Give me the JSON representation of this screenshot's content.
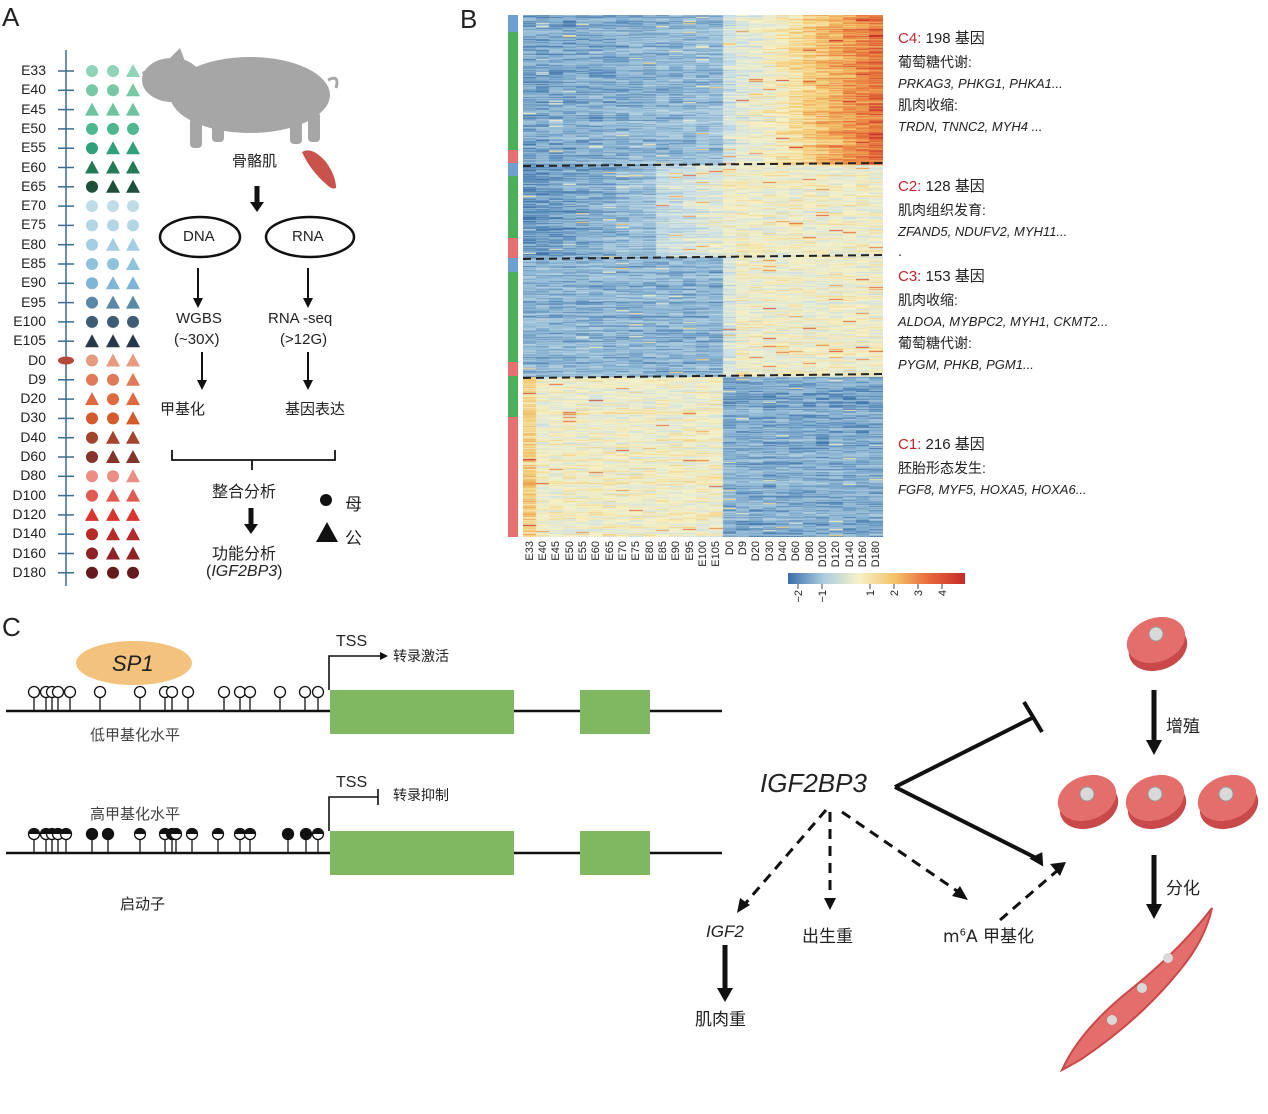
{
  "panels": {
    "a": "A",
    "b": "B",
    "c": "C"
  },
  "timepoints": [
    "E33",
    "E40",
    "E45",
    "E50",
    "E55",
    "E60",
    "E65",
    "E70",
    "E75",
    "E80",
    "E85",
    "E90",
    "E95",
    "E100",
    "E105",
    "D0",
    "D9",
    "D20",
    "D30",
    "D40",
    "D60",
    "D80",
    "D100",
    "D120",
    "D140",
    "D160",
    "D180"
  ],
  "timepoint_colors": [
    "#8fd3b8",
    "#77c9a6",
    "#6ec4a0",
    "#4db88f",
    "#2ea07a",
    "#237a57",
    "#1e4f3a",
    "#bfdde9",
    "#b3d6e6",
    "#a3cde3",
    "#8fc2dd",
    "#7fb5d4",
    "#5a89a8",
    "#3e5c74",
    "#27384b",
    "#e89a7e",
    "#e07b5a",
    "#df6a3f",
    "#d55a2c",
    "#a4442c",
    "#84342a",
    "#eb8f86",
    "#e05a50",
    "#d8352f",
    "#b8292a",
    "#8e2227",
    "#651b1e"
  ],
  "timepoint_shapes": [
    [
      "c",
      "c",
      "t"
    ],
    [
      "c",
      "c",
      "t"
    ],
    [
      "t",
      "t",
      "t"
    ],
    [
      "c",
      "c",
      "c"
    ],
    [
      "c",
      "t",
      "t"
    ],
    [
      "t",
      "t",
      "t"
    ],
    [
      "c",
      "t",
      "t"
    ],
    [
      "c",
      "c",
      "c"
    ],
    [
      "c",
      "c",
      "c"
    ],
    [
      "c",
      "t",
      "t"
    ],
    [
      "c",
      "c",
      "t"
    ],
    [
      "c",
      "t",
      "t"
    ],
    [
      "c",
      "t",
      "t"
    ],
    [
      "c",
      "c",
      "c"
    ],
    [
      "t",
      "t",
      "t"
    ],
    [
      "c",
      "t",
      "t"
    ],
    [
      "c",
      "c",
      "t"
    ],
    [
      "t",
      "c",
      "t"
    ],
    [
      "c",
      "c",
      "t"
    ],
    [
      "c",
      "t",
      "t"
    ],
    [
      "c",
      "t",
      "t"
    ],
    [
      "c",
      "c",
      "t"
    ],
    [
      "c",
      "t",
      "t"
    ],
    [
      "t",
      "t",
      "t"
    ],
    [
      "c",
      "t",
      "t"
    ],
    [
      "c",
      "t",
      "t"
    ],
    [
      "c",
      "c",
      "c"
    ]
  ],
  "panel_a": {
    "tissue": "骨骼肌",
    "dna": "DNA",
    "rna": "RNA",
    "wgbs": "WGBS",
    "wgbs_depth": "(~30X)",
    "rnaseq": "RNA -seq",
    "rnaseq_depth": "(>12G)",
    "methylation": "甲基化",
    "expression": "基因表达",
    "integration": "整合分析",
    "functional": "功能分析",
    "functional_gene_open": "(",
    "functional_gene": "IGF2BP3",
    "functional_gene_close": ")",
    "legend_female": "母",
    "legend_male": "公"
  },
  "heatmap": {
    "x_labels": [
      "E33",
      "E40",
      "E45",
      "E50",
      "E55",
      "E60",
      "E65",
      "E70",
      "E75",
      "E80",
      "E85",
      "E90",
      "E95",
      "E100",
      "E105",
      "D0",
      "D9",
      "D20",
      "D30",
      "D40",
      "D60",
      "D80",
      "D100",
      "D120",
      "D140",
      "D160",
      "D180"
    ],
    "colorbar_ticks": [
      "−2",
      "−1",
      "1",
      "2",
      "3",
      "4"
    ],
    "colorbar_colors": [
      "#3b6fa8",
      "#a9cbe0",
      "#f6f2c8",
      "#f4c36a",
      "#e8683b",
      "#c62a2a"
    ],
    "clusters": [
      {
        "id": "C4:",
        "count": "198",
        "unit": "基因",
        "lines": [
          {
            "text": "葡萄糖代谢:",
            "italic": false
          },
          {
            "text": "PRKAG3, PHKG1, PHKA1...",
            "italic": true
          },
          {
            "text": "肌肉收缩:",
            "italic": false
          },
          {
            "text": "TRDN, TNNC2, MYH4 ...",
            "italic": true
          }
        ]
      },
      {
        "id": "C2:",
        "count": "128",
        "unit": "基因",
        "lines": [
          {
            "text": "肌肉组织发育:",
            "italic": false
          },
          {
            "text": "ZFAND5, NDUFV2, MYH11...",
            "italic": true
          },
          {
            "text": ".",
            "italic": false
          }
        ]
      },
      {
        "id": "C3:",
        "count": "153",
        "unit": "基因",
        "lines": [
          {
            "text": "肌肉收缩:",
            "italic": false
          },
          {
            "text": "ALDOA, MYBPC2, MYH1, CKMT2...",
            "italic": true
          },
          {
            "text": "葡萄糖代谢:",
            "italic": false
          },
          {
            "text": "PYGM, PHKB, PGM1...",
            "italic": true
          }
        ]
      },
      {
        "id": "C1:",
        "count": "216",
        "unit": "基因",
        "lines": [
          {
            "text": "胚胎形态发生:",
            "italic": false
          },
          {
            "text": "FGF8, MYF5, HOXA5, HOXA6...",
            "italic": true
          }
        ]
      }
    ]
  },
  "panel_c": {
    "sp1": "SP1",
    "tss_top": "TSS",
    "activation": "转录激活",
    "low_meth": "低甲基化水平",
    "high_meth": "高甲基化水平",
    "tss_bottom": "TSS",
    "repression": "转录抑制",
    "promoter": "启动子",
    "igf2bp3": "IGF2BP3",
    "igf2": "IGF2",
    "muscle_weight": "肌肉重",
    "birth_weight": "出生重",
    "m6a_m": "m",
    "m6a_sup": "6",
    "m6a_rest": "A 甲基化",
    "proliferation": "增殖",
    "differentiation": "分化"
  }
}
